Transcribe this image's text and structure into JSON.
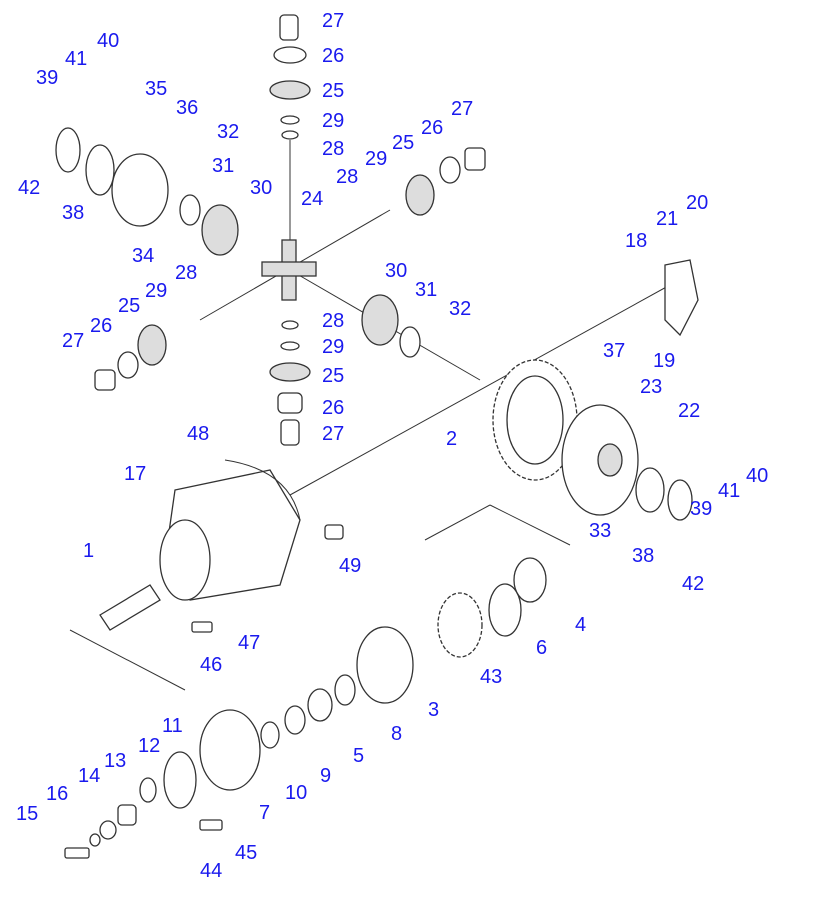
{
  "title": "Differential assembly exploded parts diagram",
  "label_color": "#1a1aee",
  "callouts": [
    "27",
    "26",
    "25",
    "29",
    "28",
    "40",
    "41",
    "39",
    "35",
    "36",
    "32",
    "31",
    "30",
    "42",
    "38",
    "34",
    "24",
    "28",
    "29",
    "25",
    "26",
    "27",
    "20",
    "21",
    "18",
    "28",
    "29",
    "25",
    "26",
    "27",
    "30",
    "31",
    "32",
    "28",
    "29",
    "25",
    "26",
    "27",
    "37",
    "19",
    "23",
    "22",
    "2",
    "48",
    "17",
    "40",
    "41",
    "39",
    "33",
    "38",
    "42",
    "49",
    "1",
    "4",
    "6",
    "43",
    "46",
    "47",
    "3",
    "8",
    "5",
    "9",
    "10",
    "7",
    "11",
    "12",
    "13",
    "14",
    "16",
    "15",
    "44",
    "45"
  ]
}
